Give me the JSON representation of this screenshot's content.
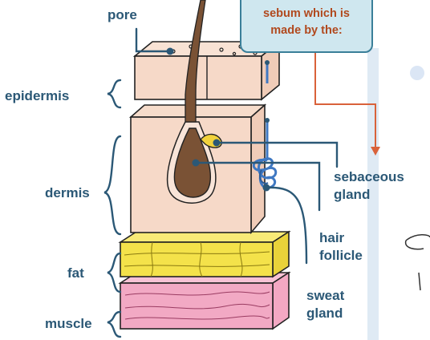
{
  "labels": {
    "pore": "pore",
    "epidermis": "epidermis",
    "dermis": "dermis",
    "fat": "fat",
    "muscle": "muscle",
    "sebaceous_line1": "sebaceous",
    "sebaceous_line2": "gland",
    "hair_line1": "hair",
    "hair_line2": "follicle",
    "sweat_line1": "sweat",
    "sweat_line2": "gland"
  },
  "callout": {
    "text": "sebum which is\nmade by the:"
  },
  "colors": {
    "label_text": "#2b5876",
    "callout_text": "#b1491e",
    "callout_bg": "#cfe7ef",
    "skin": "#f6d9c8",
    "fat": "#f4e24a",
    "muscle": "#f2a9c4",
    "hair": "#7a5235",
    "sweat_gland": "#3f78c2",
    "arrow": "#d9623a"
  }
}
